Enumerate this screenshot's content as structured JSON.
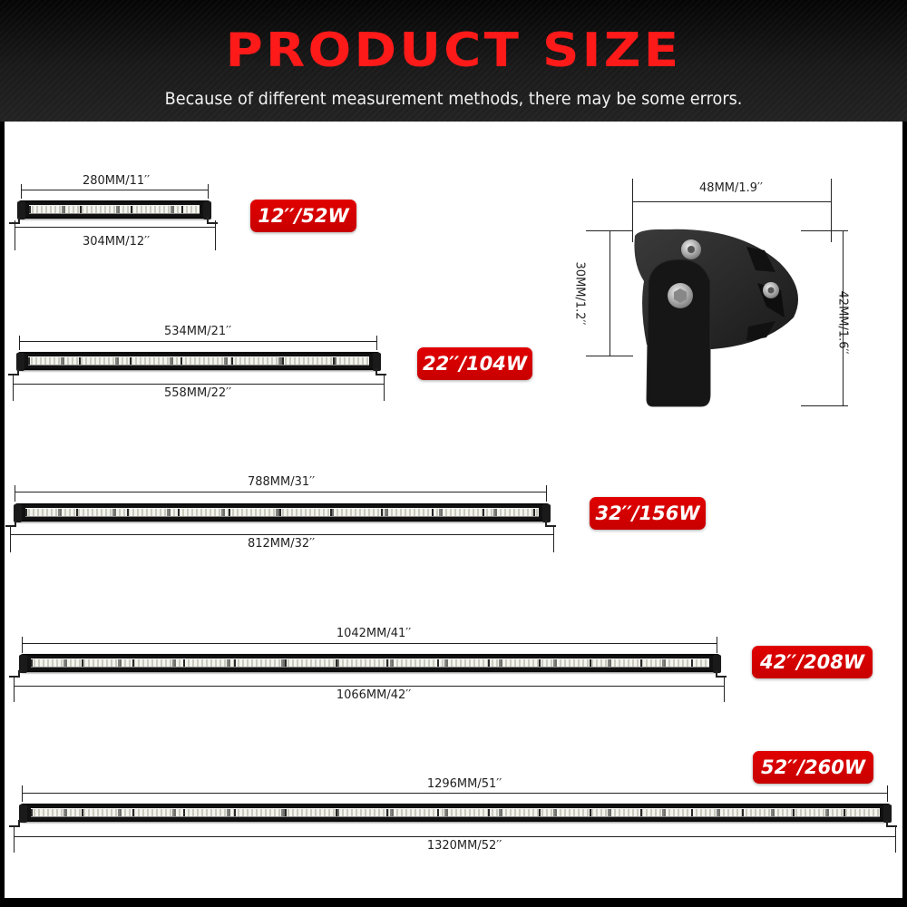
{
  "header": {
    "title": "PRODUCT SIZE",
    "subtitle": "Because of different measurement methods, there may be some errors."
  },
  "colors": {
    "title_red": "#ff1a1a",
    "badge_red": "#d40000",
    "background_dark": "#111111",
    "panel_white": "#ffffff"
  },
  "products": [
    {
      "badge": "12′′/52W",
      "inner_length": "280MM/11′′",
      "overall_length": "304MM/12′′"
    },
    {
      "badge": "22′′/104W",
      "inner_length": "534MM/21′′",
      "overall_length": "558MM/22′′"
    },
    {
      "badge": "32′′/156W",
      "inner_length": "788MM/31′′",
      "overall_length": "812MM/32′′"
    },
    {
      "badge": "42′′/208W",
      "inner_length": "1042MM/41′′",
      "overall_length": "1066MM/42′′"
    },
    {
      "badge": "52′′/260W",
      "inner_length": "1296MM/51′′",
      "overall_length": "1320MM/52′′"
    }
  ],
  "side_view": {
    "width": "48MM/1.9′′",
    "body_height": "30MM/1.2′′",
    "total_height": "42MM/1.6′′"
  }
}
